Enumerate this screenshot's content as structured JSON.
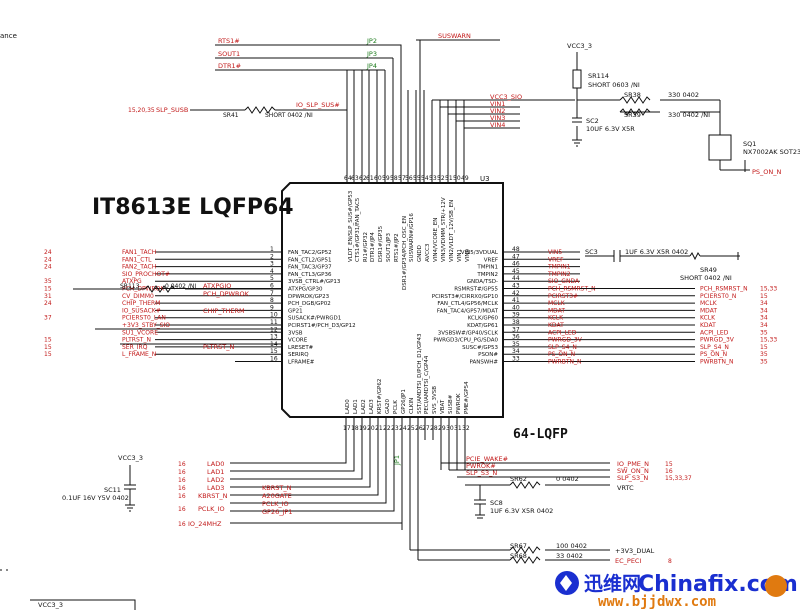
{
  "chip": {
    "title": "IT8613E LQFP64",
    "package": "64-LQFP",
    "refdes": "U3"
  },
  "corner_text": "ance",
  "watermark": {
    "brand_cn": "迅维网",
    "brand_en": "Chinafix.com",
    "url": "www.bjjdwx.com"
  },
  "colors": {
    "net": "#c21a1a",
    "wire": "#111111",
    "label": "#1a7a1a",
    "watermark_blue": "#1a2fd0",
    "watermark_orange": "#e07a10"
  },
  "top_nets": {
    "rts1": "RTS1#",
    "sout1": "SOUT1",
    "dtr1": "DTR1#",
    "jp2": "JP2",
    "jp3": "JP3",
    "jp4": "JP4",
    "susWarn": "SUSWARN",
    "vcc3Sio": "VCC3_SIO",
    "vin1": "VIN1",
    "vin2": "VIN2",
    "vin3": "VIN3",
    "vin4": "VIN4",
    "io_slp_sus": "IO_SLP_SUS#",
    "page_ref": "15,20,35",
    "slp_susb": "SLP_SUSB",
    "sr41": "SR41",
    "sr41_val": "SHORT 0402 /NI"
  },
  "top_pins": {
    "p64": "64",
    "p63": "63",
    "p62": "62",
    "p61": "61",
    "p60": "60",
    "p59": "59",
    "p58": "58",
    "p57": "57",
    "p56": "56",
    "p55": "55",
    "p54": "54",
    "p53": "53",
    "p52": "52",
    "p51": "51",
    "p50": "50",
    "p49": "49",
    "n64": "VLDT_EN/SLP_SUS#/GP53",
    "n63": "CTS1#/GP31/FAN_TAC5",
    "n62": "RI1#/GP32",
    "n61": "DTR1#/JP4",
    "n60": "DSR1#/GP35",
    "n59": "SOUT1/JP3",
    "n58": "RTS1#/JP2",
    "n57": "DSR1#/GP34/PCH_OSC_EN",
    "n56": "SUSWARN#/GP16",
    "n55": "GNDD",
    "n54": "AVCC3",
    "n53": "VIN4/VCORE_EN",
    "n52": "VIN3/VDIMM_STR/+12V",
    "n51": "VIN2/VLDT_12V/SB_EN",
    "n50": "VIN1",
    "n49": "VIN0"
  },
  "left_pins": [
    {
      "sheet": "24",
      "net": "FAN1_TACH",
      "pin": "1",
      "fn": "FAN_TAC2/GP52"
    },
    {
      "sheet": "24",
      "net": "FAN1_CTL",
      "pin": "2",
      "fn": "FAN_CTL2/GP51"
    },
    {
      "sheet": "24",
      "net": "FAN2_TACH",
      "pin": "3",
      "fn": "FAN_TAC3/GP37"
    },
    {
      "sheet": "",
      "net": "SIO_PROCHOT#",
      "pin": "4",
      "fn": "FAN_CTL3/GP36"
    },
    {
      "sheet": "35",
      "net": "ATXPG",
      "pin": "5",
      "fn": "3VSB_CTRL#/GP13"
    },
    {
      "sheet": "15",
      "net": "PCH_DPWROK",
      "pin": "6",
      "fn": "ATXPG/GP30"
    },
    {
      "sheet": "31",
      "net": "CV_DIMM0",
      "pin": "7",
      "fn": "DPWROK/GP23"
    },
    {
      "sheet": "24",
      "net": "CHIP_THERM",
      "pin": "8",
      "fn": "PCH_DGB/GP02"
    },
    {
      "sheet": "",
      "net": "IO_SUSACK#",
      "pin": "9",
      "fn": "GP21"
    },
    {
      "sheet": "37",
      "net": "PCIERST0_LAN",
      "pin": "10",
      "fn": "SUSACK#/PWRGD1"
    },
    {
      "sheet": "",
      "net": "+3V3_STBY_SIO",
      "pin": "11",
      "fn": "PCIRST1#/PCH_D3/GP12"
    },
    {
      "sheet": "",
      "net": "SU1_VCORE",
      "pin": "12",
      "fn": "3VSB"
    },
    {
      "sheet": "15",
      "net": "PLTRST_N",
      "pin": "13",
      "fn": "VCORE"
    },
    {
      "sheet": "15",
      "net": "SER_IRQ",
      "pin": "14",
      "fn": "LRESET#"
    },
    {
      "sheet": "15",
      "net": "L_FRAME_N",
      "pin": "15",
      "fn": "SERIRQ"
    },
    {
      "sheet": "",
      "net": "",
      "pin": "16",
      "fn": "LFRAME#"
    }
  ],
  "left_extra": {
    "atxpgio": "ATXPGIO",
    "pch_dpwrok": "PCH_DPWROK",
    "chip_therm": "CHIP_THERM",
    "pltrst": "PLTRST_N",
    "sr113": "SR113",
    "sr113_val": "0 0402 /NI"
  },
  "right_pins": [
    {
      "pin": "48",
      "fn": "VIN5/3VDUAL",
      "net": "VIN5"
    },
    {
      "pin": "47",
      "fn": "VREF",
      "net": "VREF"
    },
    {
      "pin": "46",
      "fn": "TMPIN1",
      "net": "TMPIN1"
    },
    {
      "pin": "45",
      "fn": "TMPIN2",
      "net": "TMPIN2"
    },
    {
      "pin": "44",
      "fn": "GNDA/TSD-",
      "net": "SIO_GNDA"
    },
    {
      "pin": "43",
      "fn": "RSMRST#/GP55",
      "net": "PCH_RSMRST_N"
    },
    {
      "pin": "42",
      "fn": "PCIRST3#/CIRRX0/GP10",
      "net": "PCIRST3#"
    },
    {
      "pin": "41",
      "fn": "FAN_CTL4/GP56/MCLK",
      "net": "MCLK"
    },
    {
      "pin": "40",
      "fn": "FAN_TAC4/GP57/MDAT",
      "net": "MDAT"
    },
    {
      "pin": "39",
      "fn": "KCLK/GP60",
      "net": "KCLK"
    },
    {
      "pin": "38",
      "fn": "KDAT/GP61",
      "net": "KDAT"
    },
    {
      "pin": "37",
      "fn": "3VSBSW#/GP40/SCLK",
      "net": "ACPI_LED"
    },
    {
      "pin": "36",
      "fn": "PWRGD3/CPU_PG/SDA0",
      "net": "PWRGD_3V"
    },
    {
      "pin": "35",
      "fn": "SUSC#/GP53",
      "net": "SLP_S4_N"
    },
    {
      "pin": "34",
      "fn": "PSON#",
      "net": "PS_ON_N"
    },
    {
      "pin": "33",
      "fn": "PANSWH#",
      "net": "PWRBTN_N"
    }
  ],
  "right_ext": [
    {
      "net": "PCH_RSMRST_N",
      "sheet": "15,33"
    },
    {
      "net": "PCIERST0_N",
      "sheet": "15"
    },
    {
      "net": "MCLK",
      "sheet": "34"
    },
    {
      "net": "MDAT",
      "sheet": "34"
    },
    {
      "net": "KCLK",
      "sheet": "34"
    },
    {
      "net": "KDAT",
      "sheet": "34"
    },
    {
      "net": "ACPI_LED",
      "sheet": "35"
    },
    {
      "net": "PWRGD_3V",
      "sheet": "15,33"
    },
    {
      "net": "SLP_S4_N",
      "sheet": "15"
    },
    {
      "net": "PS_ON_N",
      "sheet": "35"
    },
    {
      "net": "PWRBTN_N",
      "sheet": "35"
    }
  ],
  "bottom_pins": {
    "p17": "17",
    "p18": "18",
    "p19": "19",
    "p20": "20",
    "p21": "21",
    "p22": "22",
    "p23": "23",
    "p24": "24",
    "p25": "25",
    "p26": "26",
    "p27": "27",
    "p28": "28",
    "p29": "29",
    "p30": "30",
    "p31": "31",
    "p32": "32",
    "n17": "LAD0",
    "n18": "LAD1",
    "n19": "LAD2",
    "n20": "LAD3",
    "n21": "KRST#/GP62",
    "n22": "GA20",
    "n23": "PCLK",
    "n24": "GP26/JP1",
    "n25": "CLKIN",
    "n26": "SST/AMDTSI_D/PCH_D1/GP43",
    "n27": "PECI/AMDTSI_C/GP44",
    "n28": "SVS_3VSB",
    "n29": "VBAT",
    "n30": "SUSB#",
    "n31": "PWROK",
    "n32": "PME#/GP54"
  },
  "bottom_nets": {
    "lad0": "LAD0",
    "lad1": "LAD1",
    "lad2": "LAD2",
    "lad3": "LAD3",
    "kbrst": "KBRST_N",
    "a20gate": "A20GATE",
    "pclk": "PCLK_IO",
    "gp26": "GP26_JP1",
    "io24": "IO_24MHZ",
    "jp1": "JP1",
    "s16a": "16",
    "s16b": "16",
    "s16c": "16",
    "s16d": "16",
    "s16e": "16",
    "s16f": "16",
    "s16g": "16"
  },
  "bottom_right": {
    "pcie_wake": "PCIE_WAKE#",
    "pwrok": "PWROK#",
    "slp_s3": "SLP_S3_N",
    "io_pme": "IO_PME_N",
    "sw_on": "SW_ON_N",
    "slp_s3b": "SLP_S3_N",
    "s15": "15",
    "s16": "16",
    "s153337": "15,33,37",
    "sr62": "SR62",
    "sr62_val": "0 0402",
    "vrtc": "VRTC",
    "sc8": "SC8",
    "sc8_val": "1UF 6.3V X5R 0402",
    "sr67": "SR67",
    "sr67_val": "100 0402",
    "sr68": "SR68",
    "sr68_val": "33 0402",
    "v3dual": "+3V3_DUAL",
    "ec_peci": "EC_PECI",
    "s8": "8"
  },
  "rtop": {
    "vcc3": "VCC3_3",
    "sr114": "SR114",
    "sr114_val": "SHORT 0603 /NI",
    "sr38": "SR38",
    "sr38_val": "330 0402",
    "sr39": "SR39",
    "sr39_val": "330 0402 /NI",
    "sc2": "SC2",
    "sc2_val": "10UF 6.3V X5R",
    "sq1": "SQ1",
    "sq1_val": "NX7002AK SOT23",
    "ps_on": "PS_ON_N"
  },
  "rmid": {
    "sc3": "SC3",
    "sc3_val": "1UF 6.3V X5R 0402",
    "sr49": "SR49",
    "sr49_val": "SHORT 0402 /NI"
  },
  "rcap": {
    "vcc3": "VCC3_3",
    "sc11": "SC11",
    "sc11_val": "0.1UF 16V Y5V 0402",
    "vcc3b": "VCC3_3"
  }
}
